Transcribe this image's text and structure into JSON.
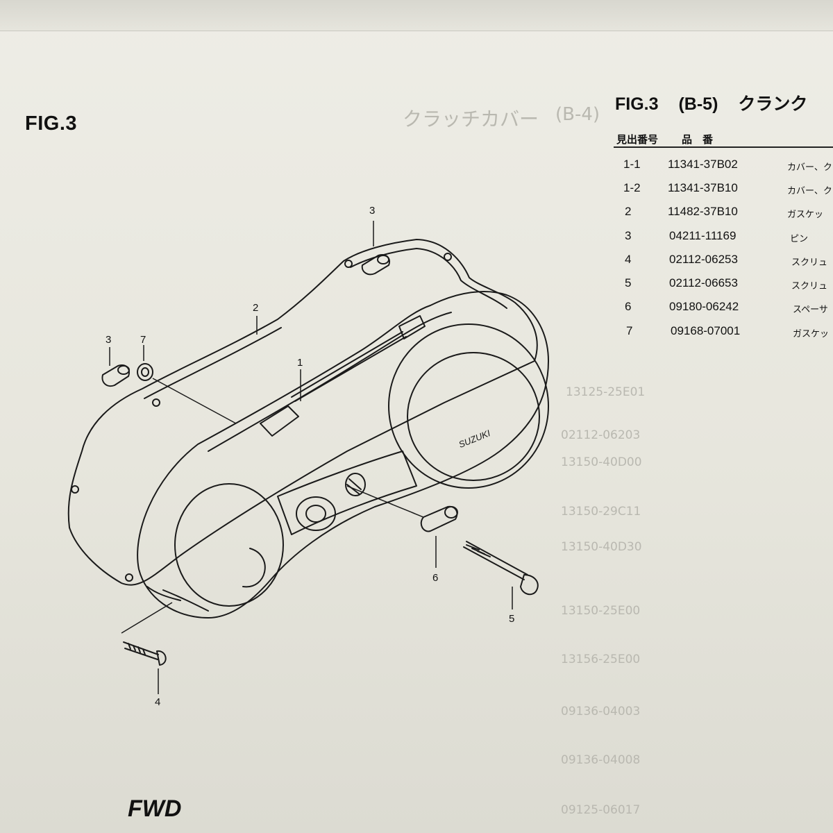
{
  "figure": {
    "label": "FIG.3"
  },
  "header": {
    "fig": "FIG.3",
    "code": "(B-5)",
    "name": "クランク",
    "col_ref": "見出番号",
    "col_part": "品　番"
  },
  "parts": [
    {
      "ref": "1-1",
      "part_no": "11341-37B02",
      "desc": "カバー、ク"
    },
    {
      "ref": "1-2",
      "part_no": "11341-37B10",
      "desc": "カバー、ク"
    },
    {
      "ref": "2",
      "part_no": "11482-37B10",
      "desc": "ガスケッ"
    },
    {
      "ref": "3",
      "part_no": "04211-11169",
      "desc": "ピン"
    },
    {
      "ref": "4",
      "part_no": "02112-06253",
      "desc": "スクリュ"
    },
    {
      "ref": "5",
      "part_no": "02112-06653",
      "desc": "スクリュ"
    },
    {
      "ref": "6",
      "part_no": "09180-06242",
      "desc": "スペーサ"
    },
    {
      "ref": "7",
      "part_no": "09168-07001",
      "desc": "ガスケッ"
    }
  ],
  "diagram": {
    "callouts": [
      "3",
      "2",
      "3",
      "7",
      "1",
      "6",
      "5",
      "4"
    ],
    "brand": "SUZUKI",
    "fwd": "FWD"
  },
  "show_through": {
    "title": "クラッチカバー",
    "code": "(B-4)",
    "numbers": [
      "13125-25E01",
      "02112-06203",
      "13150-40D00",
      "13150-29C11",
      "13150-40D30",
      "13150-25E00",
      "13156-25E00",
      "09136-04003",
      "09136-04008",
      "09125-06017"
    ]
  }
}
